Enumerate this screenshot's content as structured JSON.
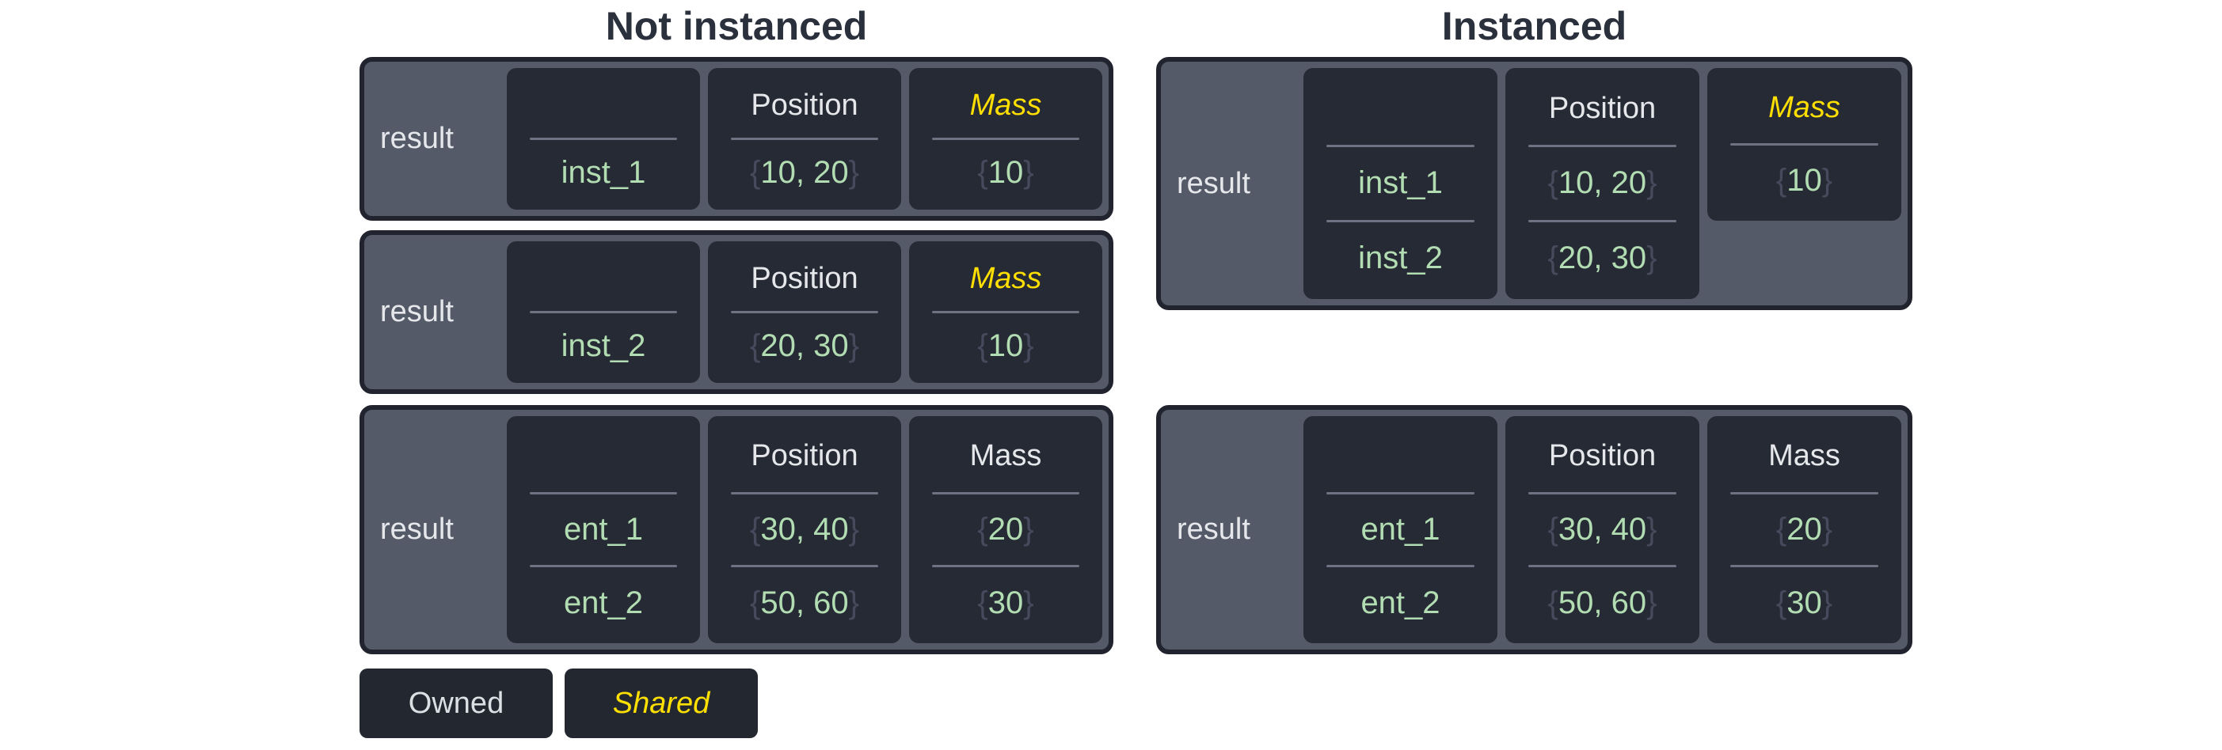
{
  "titles": {
    "not_instanced": "Not instanced",
    "instanced": "Instanced"
  },
  "headers": {
    "entity": "",
    "position": "Position",
    "mass": "Mass"
  },
  "glyphs": {
    "brace_open": "{",
    "brace_close": "}"
  },
  "legend": {
    "owned": "Owned",
    "shared": "Shared"
  },
  "colors": {
    "background": "#ffffff",
    "title_text": "#2a303c",
    "box_fill": "#545a67",
    "box_border": "#21242e",
    "cell_fill": "#262a34",
    "divider": "#6d7383",
    "label_text": "#e5e7eb",
    "value_green": "#b2dcb2",
    "brace_gray": "#454b5c",
    "shared_yellow": "#ffdf00"
  },
  "not_instanced": {
    "boxes": [
      {
        "label": "result",
        "mass_shared": true,
        "rows": [
          {
            "name": "inst_1",
            "position": "10, 20",
            "mass": "10"
          }
        ]
      },
      {
        "label": "result",
        "mass_shared": true,
        "rows": [
          {
            "name": "inst_2",
            "position": "20, 30",
            "mass": "10"
          }
        ]
      },
      {
        "label": "result",
        "mass_shared": false,
        "rows": [
          {
            "name": "ent_1",
            "position": "30, 40",
            "mass": "20"
          },
          {
            "name": "ent_2",
            "position": "50, 60",
            "mass": "30"
          }
        ]
      }
    ]
  },
  "instanced": {
    "boxes": [
      {
        "label": "result",
        "mass_shared": true,
        "mass": "10",
        "rows": [
          {
            "name": "inst_1",
            "position": "10, 20"
          },
          {
            "name": "inst_2",
            "position": "20, 30"
          }
        ]
      },
      {
        "label": "result",
        "mass_shared": false,
        "rows": [
          {
            "name": "ent_1",
            "position": "30, 40",
            "mass": "20"
          },
          {
            "name": "ent_2",
            "position": "50, 60",
            "mass": "30"
          }
        ]
      }
    ]
  }
}
